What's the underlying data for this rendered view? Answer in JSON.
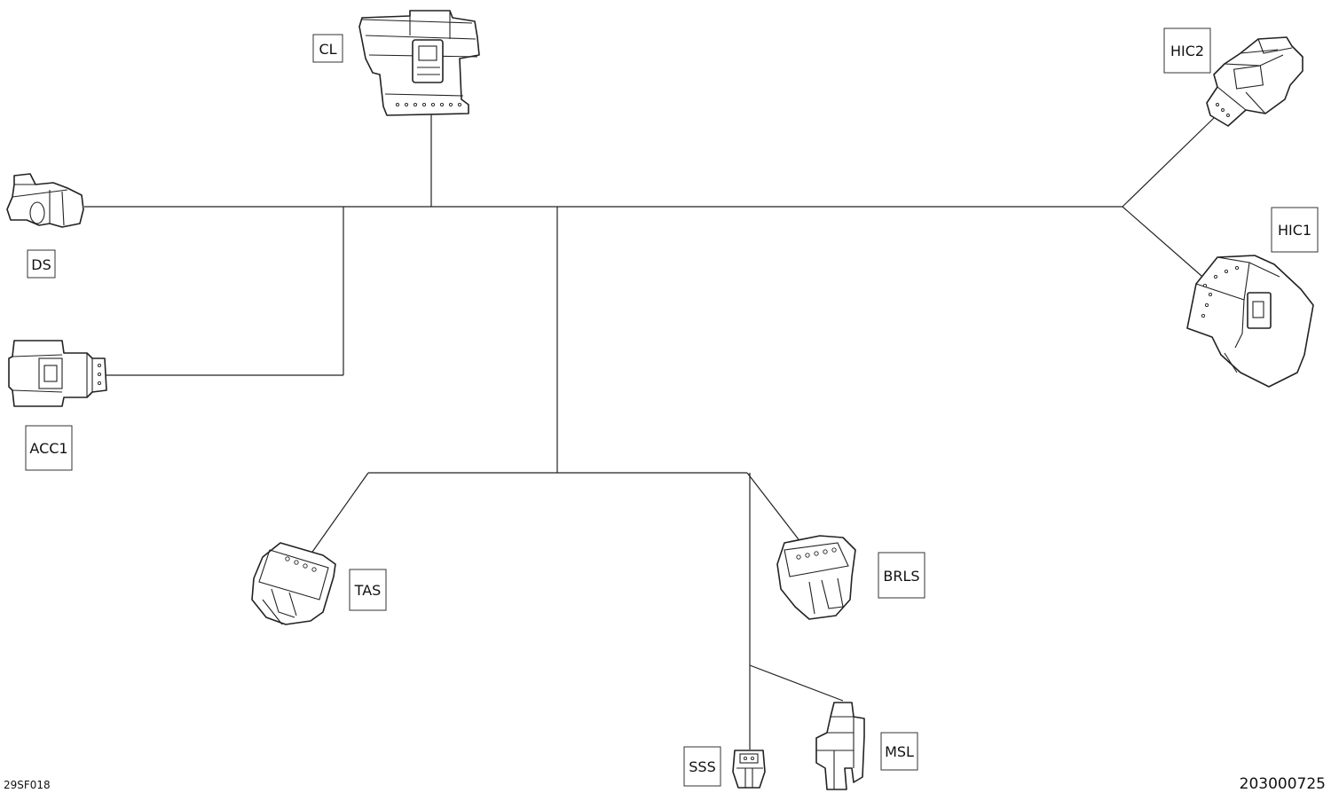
{
  "labels": {
    "cl": "CL",
    "ds": "DS",
    "acc1": "ACC1",
    "hic2": "HIC2",
    "hic1": "HIC1",
    "tas": "TAS",
    "brls": "BRLS",
    "sss": "SSS",
    "msl": "MSL"
  },
  "corner": {
    "left_code": "29SF018",
    "right_code": "203000725"
  }
}
